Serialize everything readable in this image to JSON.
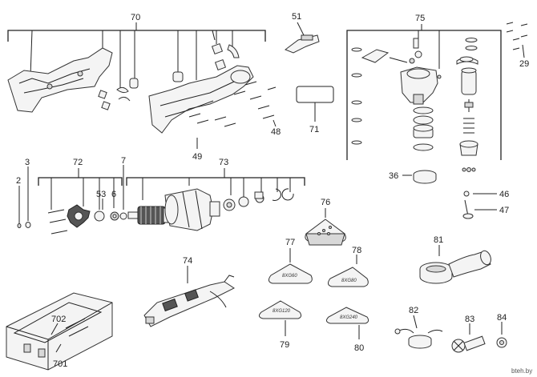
{
  "labels": {
    "l70": "70",
    "l51": "51",
    "l75": "75",
    "l29": "29",
    "l71": "71",
    "l48": "48",
    "l49": "49",
    "l3": "3",
    "l2": "2",
    "l72": "72",
    "l53": "53",
    "l6": "6",
    "l7": "7",
    "l73": "73",
    "l36": "36",
    "l46": "46",
    "l47": "47",
    "l76": "76",
    "l77": "77",
    "l78": "78",
    "l81": "81",
    "l74": "74",
    "l79": "79",
    "l80": "80",
    "l82": "82",
    "l83": "83",
    "l84": "84",
    "l702": "702",
    "l701": "701"
  },
  "pad_marks": {
    "p77": "8XG60",
    "p78": "8XG80",
    "p79": "8XG120",
    "p80": "8XG240"
  },
  "watermark": "bteh.by"
}
